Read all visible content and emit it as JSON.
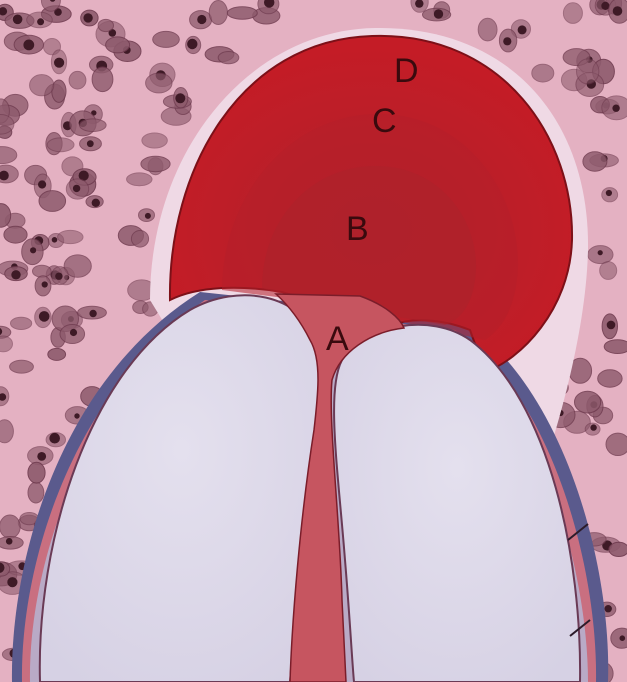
{
  "labels": {
    "a": "A",
    "b": "B",
    "c": "C",
    "d": "D"
  },
  "colors": {
    "background": "#e7b3c4",
    "capsule": "#f0dbe6",
    "corona_d": "#c21b26",
    "zone_c": "#c01e27",
    "zone_b": "#b5222b",
    "channel_a": "#c7525c",
    "vessel_interior": "#ddd9ea",
    "vessel_wall_outer": "#5b5a8e",
    "vessel_wall_inner": "#c76d7e",
    "cells": "#8d5a6c",
    "nuclei": "#3e1a26"
  }
}
